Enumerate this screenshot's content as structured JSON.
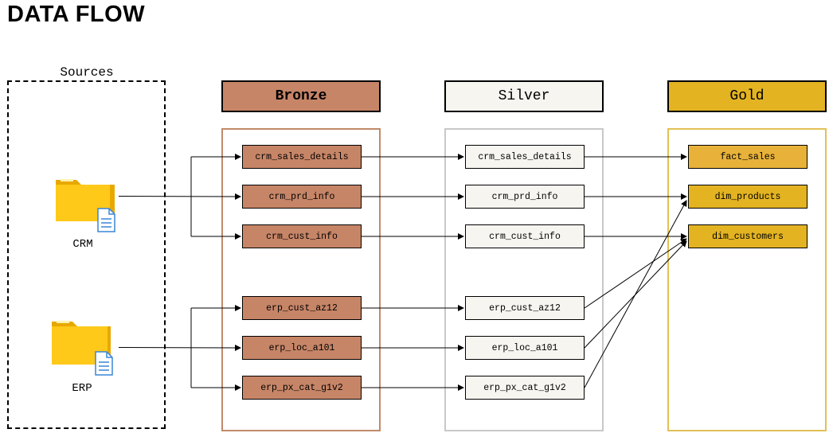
{
  "title": "DATA FLOW",
  "sources": {
    "label": "Sources",
    "items": [
      {
        "label": "CRM",
        "icon": "folder-document-icon"
      },
      {
        "label": "ERP",
        "icon": "folder-document-icon"
      }
    ]
  },
  "layers": {
    "bronze": {
      "label": "Bronze",
      "header_color": "#c78567",
      "border_color": "#c08a6a",
      "tables": [
        "crm_sales_details",
        "crm_prd_info",
        "crm_cust_info",
        "erp_cust_az12",
        "erp_loc_a101",
        "erp_px_cat_g1v2"
      ]
    },
    "silver": {
      "label": "Silver",
      "header_color": "#f7f5f0",
      "border_color": "#c8c8c8",
      "tables": [
        "crm_sales_details",
        "crm_prd_info",
        "crm_cust_info",
        "erp_cust_az12",
        "erp_loc_a101",
        "erp_px_cat_g1v2"
      ]
    },
    "gold": {
      "label": "Gold",
      "header_color": "#e3b322",
      "border_color": "#e3c055",
      "tables": [
        "fact_sales",
        "dim_products",
        "dim_customers"
      ],
      "table_colors": [
        "#e8b23a",
        "#e3b322",
        "#e3b322"
      ]
    }
  }
}
